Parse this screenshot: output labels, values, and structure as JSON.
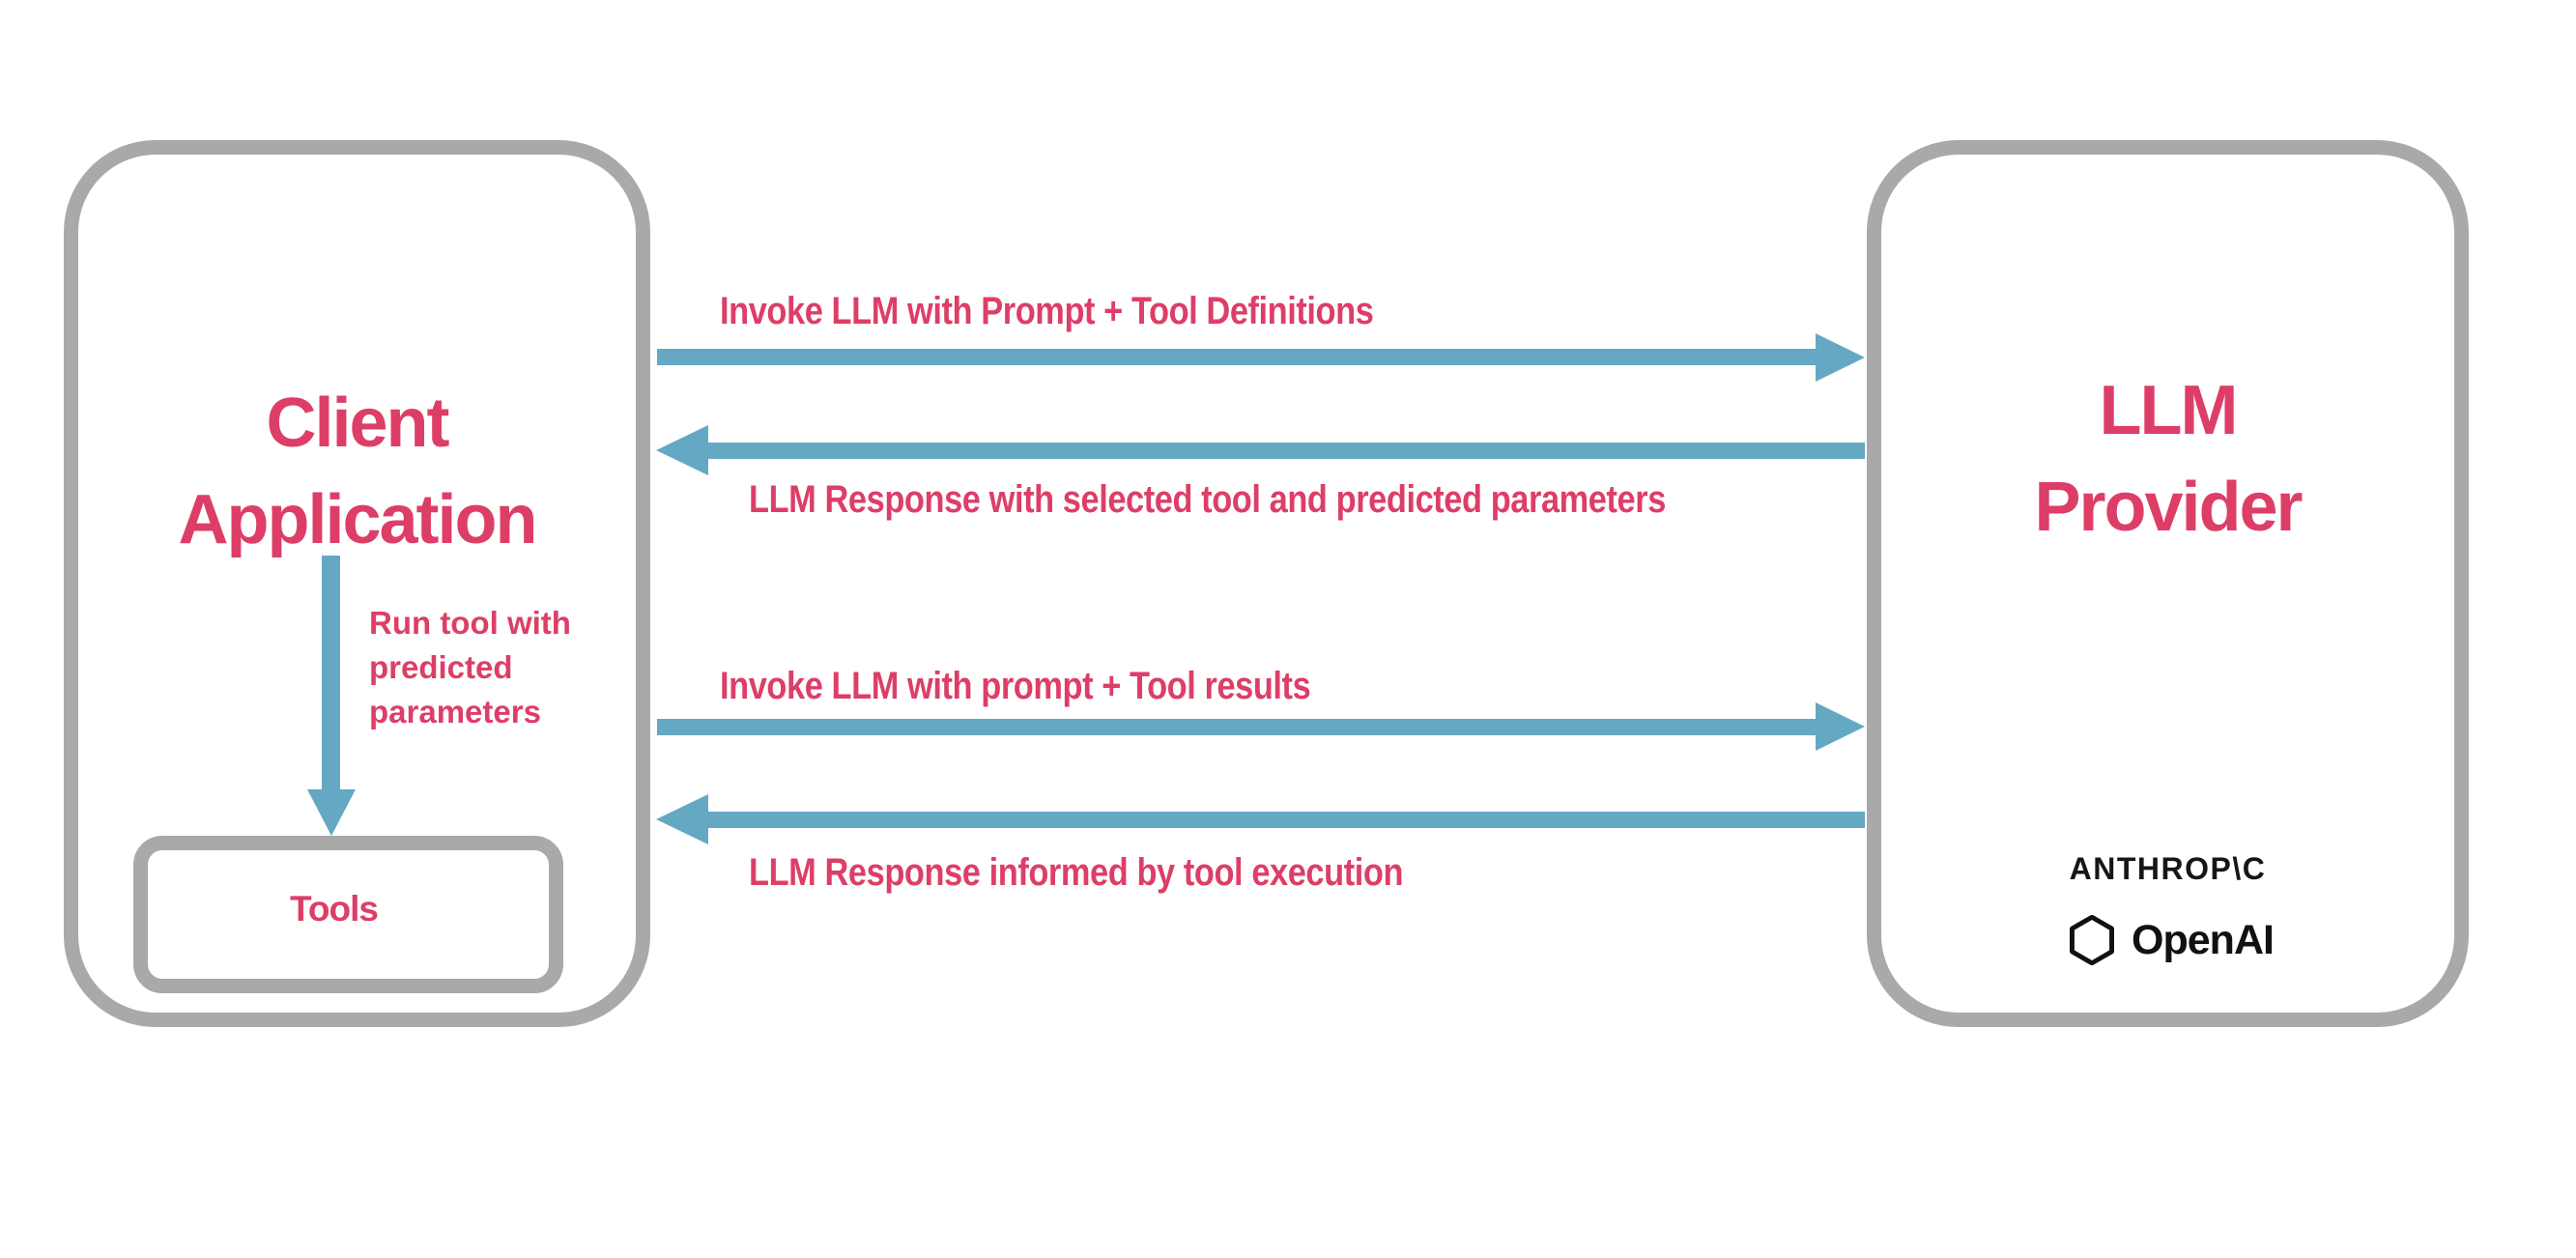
{
  "colors": {
    "pink": "#dd3e67",
    "blue": "#64a8c3",
    "gray": "#a9a9a9",
    "ink": "#161616"
  },
  "client_box": {
    "title": "Client\nApplication"
  },
  "tools_box": {
    "label": "Tools"
  },
  "run_tool": {
    "label": "Run tool with\npredicted\nparameters"
  },
  "provider_box": {
    "title": "LLM\nProvider"
  },
  "providers": {
    "anthropic_wordmark": "ANTHROP\\C",
    "openai_wordmark": "OpenAI"
  },
  "arrows": [
    {
      "label": "Invoke LLM with Prompt + Tool Definitions",
      "direction": "right"
    },
    {
      "label": "LLM Response with selected tool and predicted parameters",
      "direction": "left"
    },
    {
      "label": "Invoke LLM with prompt + Tool results",
      "direction": "right"
    },
    {
      "label": "LLM Response informed by tool execution",
      "direction": "left"
    }
  ]
}
